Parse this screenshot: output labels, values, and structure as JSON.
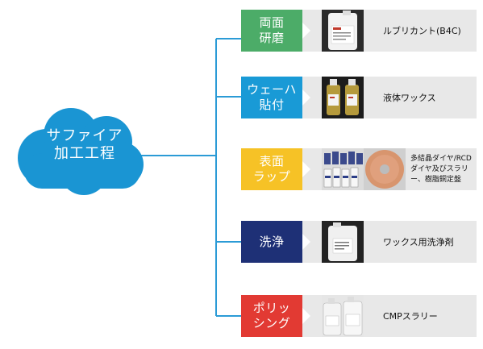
{
  "root": {
    "lines": [
      "サファイア",
      "加工工程"
    ]
  },
  "steps": [
    {
      "lines": [
        "両面",
        "研磨"
      ],
      "color": "#4cac68",
      "product": "ルブリカント(B4C)"
    },
    {
      "lines": [
        "ウェーハ",
        "貼付"
      ],
      "color": "#199ad6",
      "product": "液体ワックス"
    },
    {
      "lines": [
        "表面",
        "ラップ"
      ],
      "color": "#f6c226",
      "product": "多結晶ダイヤ/RCDダイヤ及びスラリー、樹脂銅定盤"
    },
    {
      "lines": [
        "洗浄"
      ],
      "color": "#1e3076",
      "product": "ワックス用洗浄剤"
    },
    {
      "lines": [
        "ポリッ",
        "シング"
      ],
      "color": "#e23a33",
      "product": "CMPスラリー"
    }
  ],
  "colors": {
    "cloud": "#1a95d3",
    "connector": "#2b9bd6",
    "panel": "#e8e8e8"
  },
  "icons": [
    "cloud-shape",
    "notch-arrow"
  ]
}
